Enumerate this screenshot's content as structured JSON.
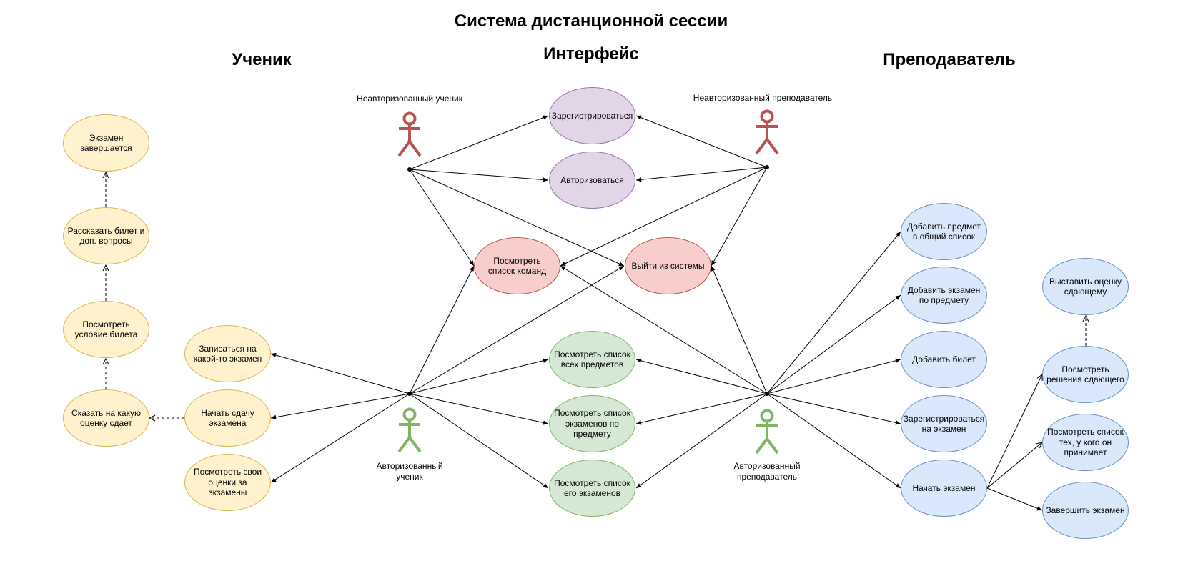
{
  "title": "Система дистанционной сессии",
  "columns": {
    "student": "Ученик",
    "interface": "Интерфейс",
    "teacher": "Преподаватель"
  },
  "actors": {
    "unauth_student": "Неавторизованный ученик",
    "unauth_teacher": "Неавторизованный преподаватель",
    "auth_student": "Авторизованный ученик",
    "auth_teacher": "Авторизованный преподаватель"
  },
  "colors": {
    "purple_fill": "#e1d5e7",
    "purple_stroke": "#9673a6",
    "red_fill": "#f8cecc",
    "red_stroke": "#b85450",
    "green_fill": "#d5e8d4",
    "green_stroke": "#82b366",
    "yellow_fill": "#fff2cc",
    "yellow_stroke": "#d6b656",
    "blue_fill": "#dae8fc",
    "blue_stroke": "#6c8ebf",
    "unauth_actor": "#b85450",
    "auth_actor": "#82b366"
  },
  "usecases": {
    "register": "Зарегистрироваться",
    "login": "Авторизоваться",
    "view_teams": "Посмотреть список команд",
    "logout": "Выйти из системы",
    "view_all_subjects": "Посмотреть список всех предметов",
    "view_exams_by_subject": "Посмотреть список экзаменов по предмету",
    "view_his_exams": "Посмотреть список его экзаменов",
    "sign_up_exam": "Записаться на какой-то экзамен",
    "start_passing_exam": "Начать сдачу экзамена",
    "view_own_grades": "Посмотреть свои оценки за экзамены",
    "say_grade": "Сказать на какую оценку сдает",
    "view_ticket": "Посмотреть условие билета",
    "tell_ticket": "Рассказать билет и доп. вопросы",
    "exam_ends": "Экзамен завершается",
    "add_subject": "Добавить предмет в общий список",
    "add_exam": "Добавить экзамен по предмету",
    "add_ticket": "Добавить билет",
    "register_for_exam": "Зарегистрироваться на экзамен",
    "start_exam": "Начать экзамен",
    "set_grade": "Выставить оценку сдающему",
    "view_solutions": "Посмотреть решения сдающего",
    "view_list_takers": "Посмотреть список тех, у кого он принимает",
    "finish_exam": "Завершить экзамен"
  }
}
